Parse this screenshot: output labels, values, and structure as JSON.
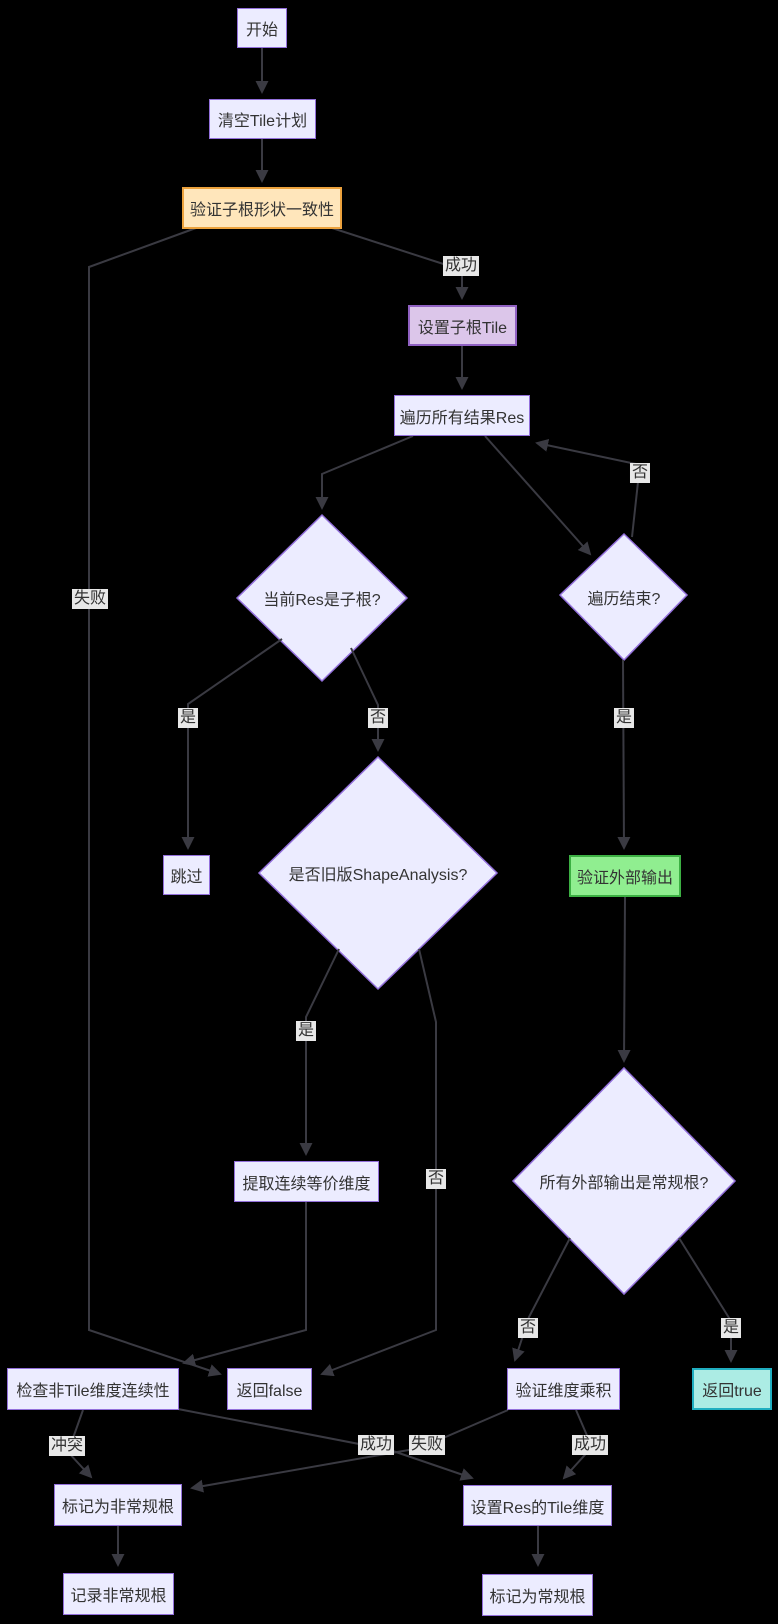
{
  "colors": {
    "background": "#000000",
    "node_default_fill": "#ECECFF",
    "node_default_border": "#9370DB",
    "node_orange_fill": "#FFE6BB",
    "node_orange_border": "#ECA23D",
    "node_mauve_fill": "#DCC6EA",
    "node_mauve_border": "#9061C2",
    "node_green_fill": "#90EE90",
    "node_green_border": "#3CB043",
    "node_teal_fill": "#ACECE4",
    "node_teal_border": "#20AEC0",
    "edge_stroke": "#3a3a42",
    "edge_label_bg": "#e8e8e8",
    "text": "#333333"
  },
  "nodes": {
    "start": {
      "label": "开始"
    },
    "clear_tile_plan": {
      "label": "清空Tile计划"
    },
    "verify_subroot_shape": {
      "label": "验证子根形状一致性"
    },
    "set_subroot_tile": {
      "label": "设置子根Tile"
    },
    "iterate_results": {
      "label": "遍历所有结果Res"
    },
    "is_current_res_subroot": {
      "label": "当前Res是子根?"
    },
    "iteration_done": {
      "label": "遍历结束?"
    },
    "skip": {
      "label": "跳过"
    },
    "legacy_shape_analysis": {
      "label": "是否旧版ShapeAnalysis?"
    },
    "verify_external_output": {
      "label": "验证外部输出"
    },
    "extract_equiv_dims": {
      "label": "提取连续等价维度"
    },
    "all_outputs_regular": {
      "label": "所有外部输出是常规根?"
    },
    "check_non_tile_dims": {
      "label": "检查非Tile维度连续性"
    },
    "return_false": {
      "label": "返回false"
    },
    "verify_dim_product": {
      "label": "验证维度乘积"
    },
    "return_true": {
      "label": "返回true"
    },
    "mark_irregular": {
      "label": "标记为非常规根"
    },
    "set_res_tile_dims": {
      "label": "设置Res的Tile维度"
    },
    "record_irregular": {
      "label": "记录非常规根"
    },
    "mark_regular": {
      "label": "标记为常规根"
    }
  },
  "edge_labels": {
    "success_top": {
      "text": "成功"
    },
    "fail_left": {
      "text": "失败"
    },
    "no_loop": {
      "text": "否"
    },
    "yes_skip": {
      "text": "是"
    },
    "no_to_shape_analysis": {
      "text": "否"
    },
    "yes_iteration_done": {
      "text": "是"
    },
    "yes_extract": {
      "text": "是"
    },
    "no_shape_analysis": {
      "text": "否"
    },
    "no_outputs": {
      "text": "否"
    },
    "yes_outputs": {
      "text": "是"
    },
    "conflict": {
      "text": "冲突"
    },
    "success_check": {
      "text": "成功"
    },
    "fail_product": {
      "text": "失败"
    },
    "success_product": {
      "text": "成功"
    }
  }
}
